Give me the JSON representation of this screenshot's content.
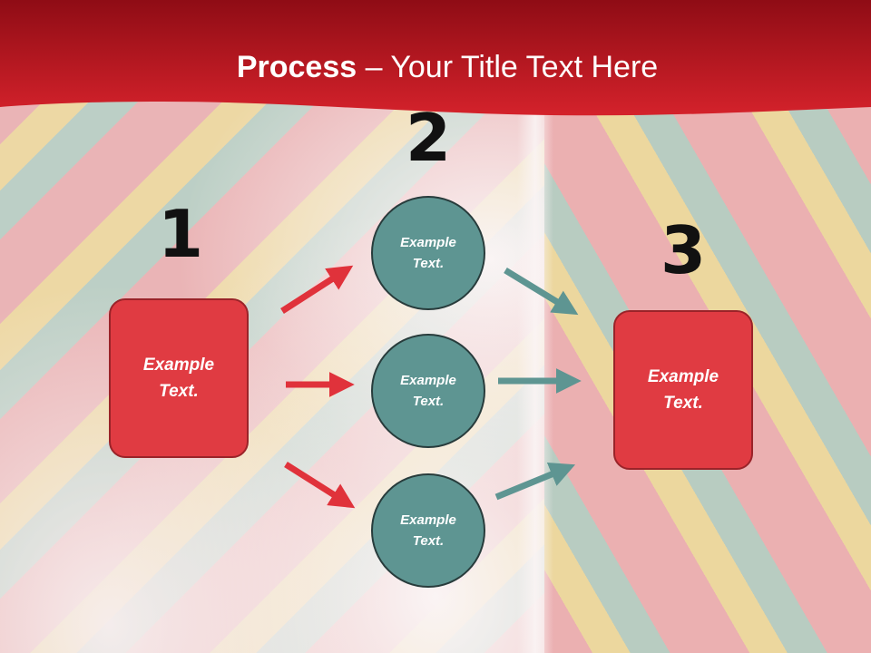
{
  "title": {
    "bold": "Process",
    "rest": " – Your Title Text Here"
  },
  "steps": {
    "one": {
      "number": "1",
      "text": "Example\nText."
    },
    "two": {
      "number": "2",
      "items": [
        {
          "text": "Example\nText."
        },
        {
          "text": "Example\nText."
        },
        {
          "text": "Example\nText."
        }
      ]
    },
    "three": {
      "number": "3",
      "text": "Example\nText."
    }
  },
  "colors": {
    "header_red": "#c0121e",
    "box_red": "#e03b42",
    "arrow_red": "#e0323b",
    "circle_teal": "#5e9592",
    "arrow_teal": "#5e9592"
  }
}
